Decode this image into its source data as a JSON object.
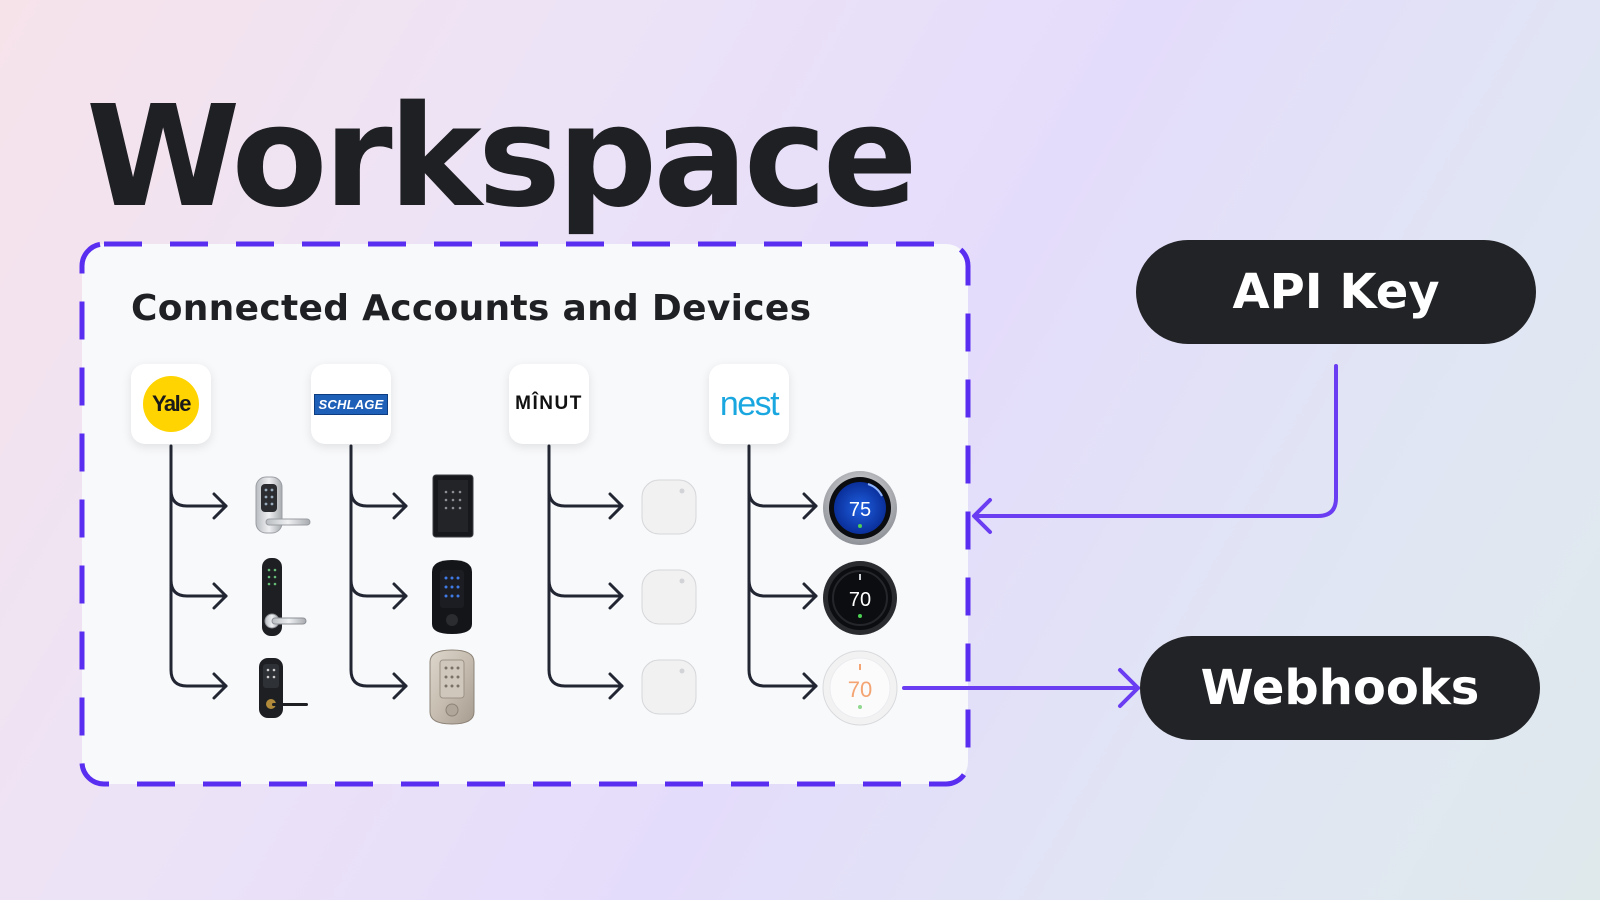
{
  "title": "Workspace",
  "workspace": {
    "heading": "Connected Accounts and Devices",
    "border_color": "#5a2ef0"
  },
  "providers": [
    {
      "name": "Yale",
      "logo_text": "Yale",
      "device_kind": "smart-lock",
      "device_count": 3
    },
    {
      "name": "Schlage",
      "logo_text": "SCHLAGE",
      "device_kind": "keypad-deadbolt",
      "device_count": 3
    },
    {
      "name": "Minut",
      "logo_text": "MÎNUT",
      "device_kind": "noise-sensor",
      "device_count": 3
    },
    {
      "name": "Nest",
      "logo_text": "nest",
      "device_kind": "thermostat",
      "device_count": 3
    }
  ],
  "thermostats": [
    {
      "temperature": "75",
      "style": "blue-heating"
    },
    {
      "temperature": "70",
      "style": "black"
    },
    {
      "temperature": "70",
      "style": "white-orange"
    }
  ],
  "connections": {
    "api_key_label": "API Key",
    "webhooks_label": "Webhooks",
    "arrow_color": "#6a3df2",
    "tree_color": "#222633"
  }
}
